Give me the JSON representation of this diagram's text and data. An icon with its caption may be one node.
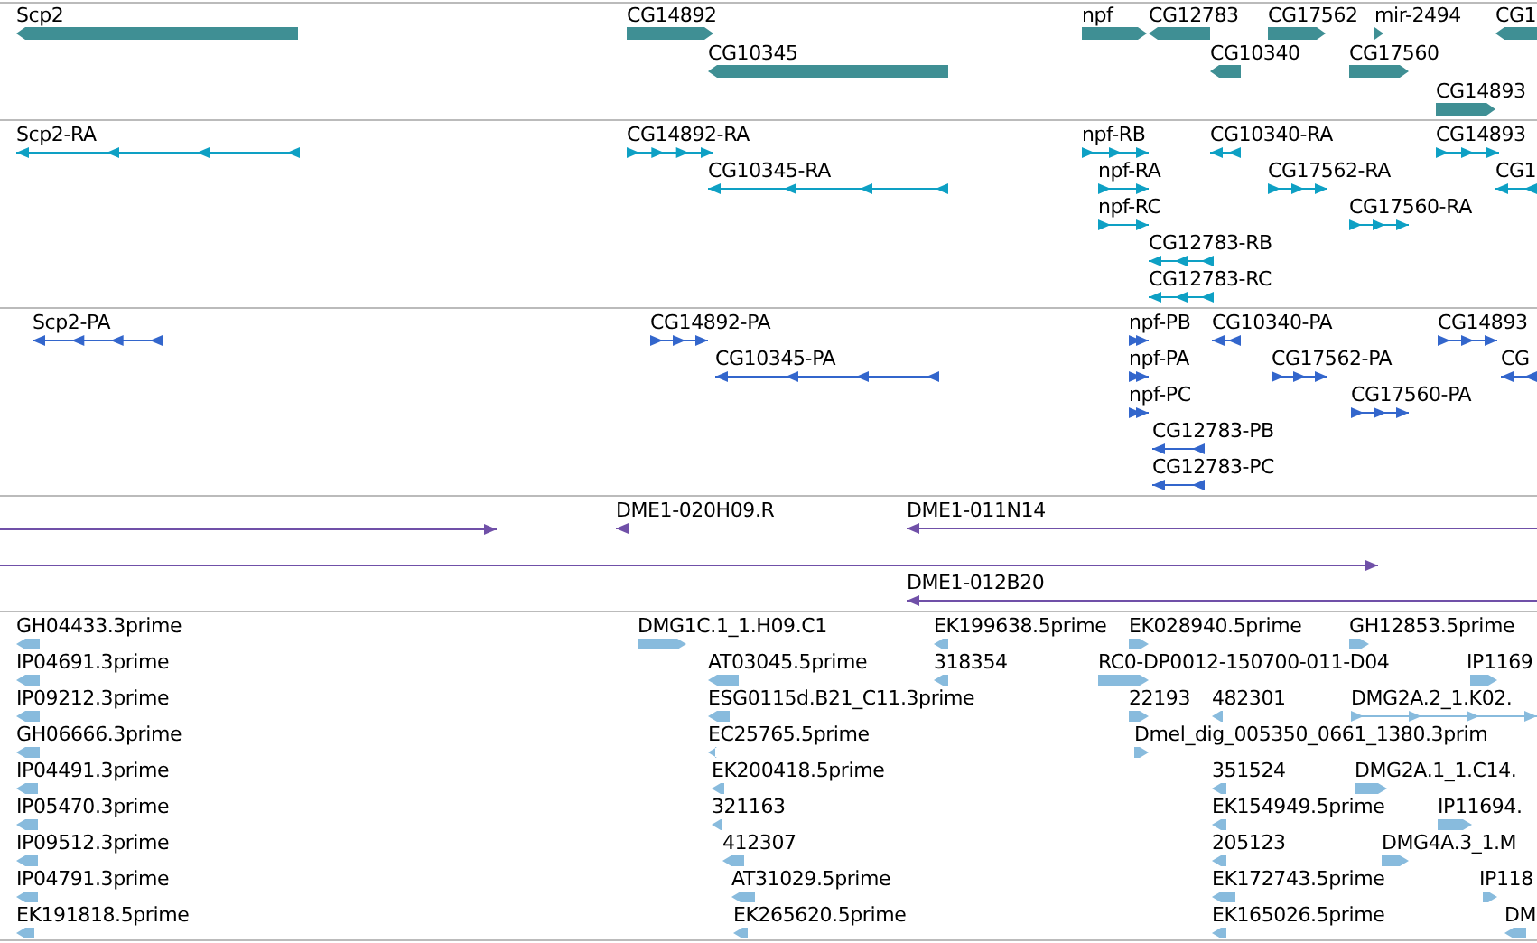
{
  "diagram": {
    "labels": [
      "Scp2",
      "CG14892",
      "npf",
      "CG12783",
      "CG17562",
      "mir-2494",
      "CG1",
      "CG10345",
      "CG10340",
      "CG17560",
      "CG14893",
      "Scp2-RA",
      "CG14892-RA",
      "npf-RB",
      "CG10340-RA",
      "CG14893",
      "CG10345-RA",
      "npf-RA",
      "CG17562-RA",
      "CG1",
      "npf-RC",
      "CG17560-RA",
      "CG12783-RB",
      "CG12783-RC",
      "Scp2-PA",
      "CG14892-PA",
      "npf-PB",
      "CG10340-PA",
      "CG14893",
      "CG10345-PA",
      "npf-PA",
      "CG17562-PA",
      "CG",
      "npf-PC",
      "CG17560-PA",
      "CG12783-PB",
      "CG12783-PC",
      "DME1-020H09.R",
      "DME1-011N14",
      "DME1-012B20",
      "GH04433.3prime",
      "DMG1C.1_1.H09.C1",
      "EK199638.5prime",
      "EK028940.5prime",
      "GH12853.5prime",
      "IP04691.3prime",
      "AT03045.5prime",
      "318354",
      "RC0-DP0012-150700-011-D04",
      "IP1169",
      "IP09212.3prime",
      "ESG0115d.B21_C11.3prime",
      "22193",
      "482301",
      "DMG2A.2_1.K02.",
      "GH06666.3prime",
      "EC25765.5prime",
      "Dmel_dig_005350_0661_1380.3prim",
      "IP04491.3prime",
      "EK200418.5prime",
      "351524",
      "DMG2A.1_1.C14.",
      "IP05470.3prime",
      "321163",
      "EK154949.5prime",
      "IP11694.",
      "IP09512.3prime",
      "412307",
      "205123",
      "DMG4A.3_1.M",
      "IP04791.3prime",
      "AT31029.5prime",
      "EK172743.5prime",
      "IP118",
      "EK191818.5prime",
      "EK265620.5prime",
      "EK165026.5prime",
      "DM"
    ]
  }
}
